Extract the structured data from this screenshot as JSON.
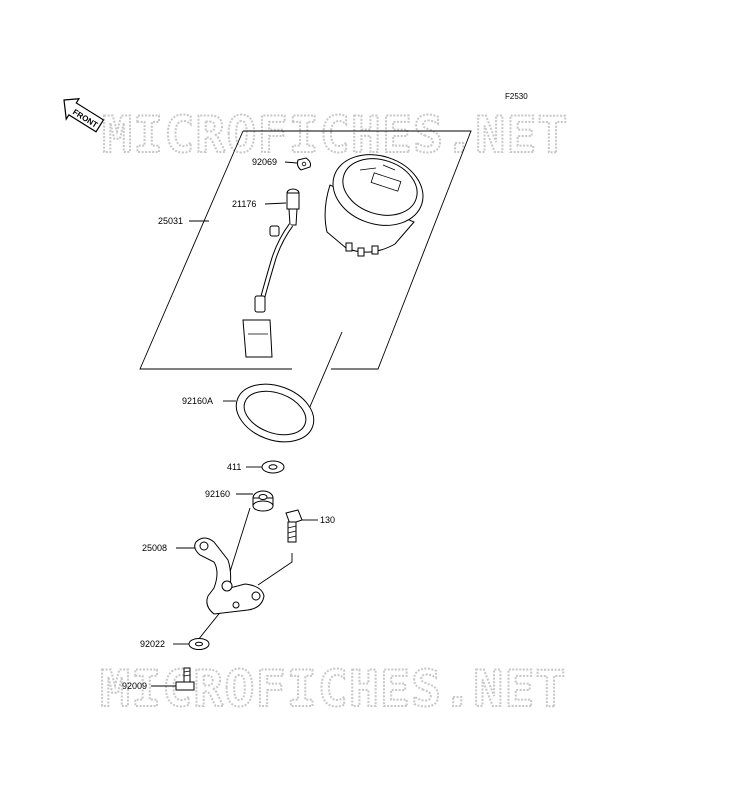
{
  "figure_code": "F2530",
  "front_label": "FRONT",
  "watermark_text": "MICROFICHES.NET",
  "parts": [
    {
      "number": "92069"
    },
    {
      "number": "21176"
    },
    {
      "number": "25031"
    },
    {
      "number": "92160A"
    },
    {
      "number": "411"
    },
    {
      "number": "92160"
    },
    {
      "number": "130"
    },
    {
      "number": "25008"
    },
    {
      "number": "92022"
    },
    {
      "number": "92009"
    }
  ]
}
